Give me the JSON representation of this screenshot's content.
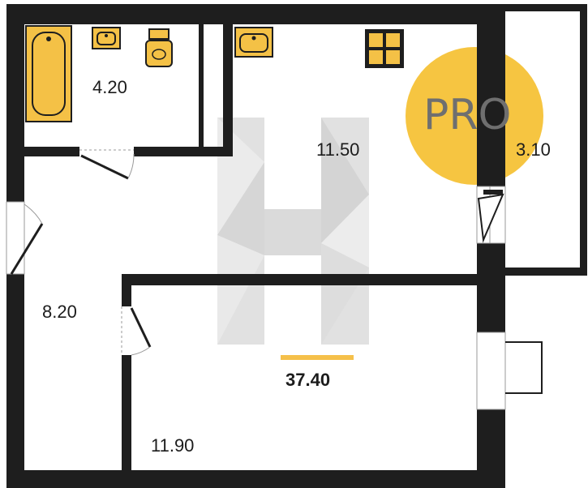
{
  "badge": {
    "text": "PRO",
    "color": "#f5bf2c"
  },
  "rooms": {
    "bathroom_area": "4.20",
    "kitchen_area": "11.50",
    "balcony_area": "3.10",
    "hall_area": "8.20",
    "bedroom_area": "11.90"
  },
  "total": {
    "area": "37.40",
    "underline_color": "#f5c04a"
  },
  "colors": {
    "wall": "#1e1e1e",
    "fixture_fill": "#f4c146",
    "watermark": "#c9c9c9",
    "background": "#ffffff"
  },
  "icons": [
    "bathtub-icon",
    "sink-icon",
    "toilet-icon",
    "stove-icon",
    "door-swing-icon",
    "window-icon",
    "logo-watermark-icon"
  ]
}
